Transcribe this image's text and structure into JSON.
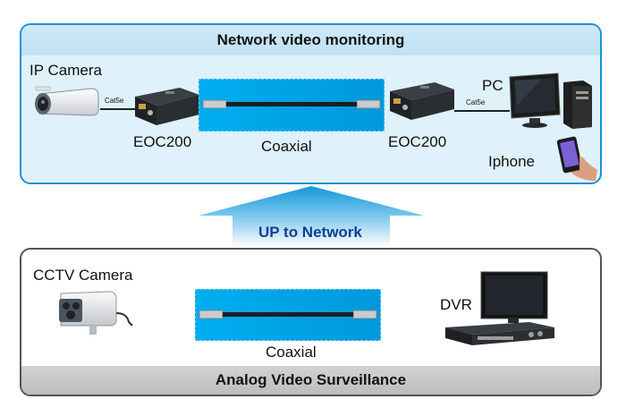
{
  "top": {
    "title": "Network video monitoring",
    "ip_camera": "IP Camera",
    "cat5e_left": "Cat5e",
    "cat5e_right": "Cat5e",
    "eoc_left": "EOC200",
    "eoc_right": "EOC200",
    "coaxial": "Coaxial",
    "pc": "PC",
    "iphone": "Iphone"
  },
  "arrow": {
    "label": "UP to Network"
  },
  "bottom": {
    "cctv_camera": "CCTV Camera",
    "coaxial": "Coaxial",
    "dvr": "DVR",
    "footer": "Analog Video Surveillance"
  },
  "colors": {
    "top_border": "#1a93d2",
    "top_fill": "#dff1fb",
    "coax_blue": "#00aeef",
    "arrow_blue": "#1597d8",
    "bottom_border": "#555555",
    "footer_grey": "#c8c8c8"
  }
}
